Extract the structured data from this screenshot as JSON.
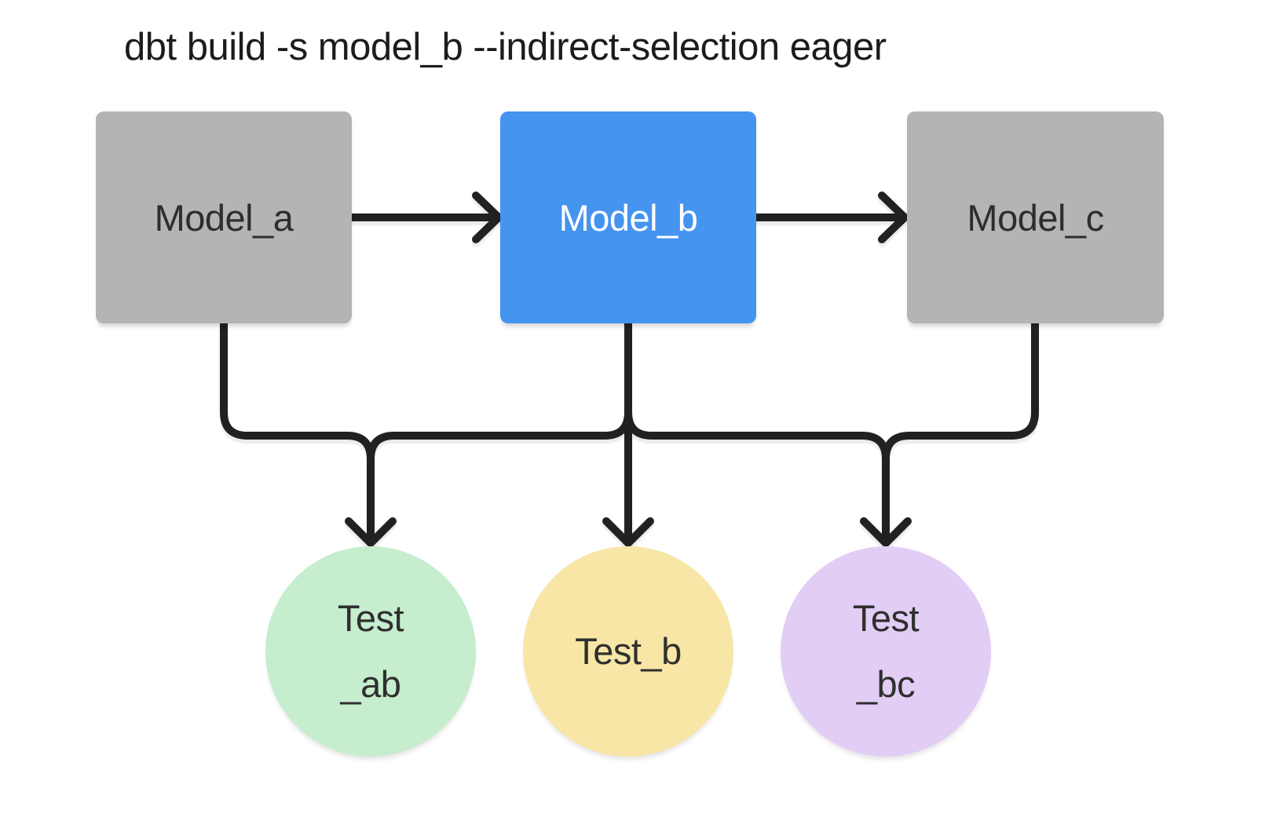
{
  "title": "dbt build -s model_b --indirect-selection eager",
  "diagram": {
    "models": [
      {
        "id": "model_a",
        "label": "Model_a",
        "fill": "#b4b4b4",
        "text_color": "#2d2d2d",
        "selected": false
      },
      {
        "id": "model_b",
        "label": "Model_b",
        "fill": "#4594f0",
        "text_color": "#ffffff",
        "selected": true
      },
      {
        "id": "model_c",
        "label": "Model_c",
        "fill": "#b4b4b4",
        "text_color": "#2d2d2d",
        "selected": false
      }
    ],
    "tests": [
      {
        "id": "test_ab",
        "label_lines": [
          "Test",
          "_ab"
        ],
        "fill": "#c6edce"
      },
      {
        "id": "test_b",
        "label_lines": [
          "Test_b"
        ],
        "fill": "#f8e6a6"
      },
      {
        "id": "test_bc",
        "label_lines": [
          "Test",
          "_bc"
        ],
        "fill": "#e2cef4"
      }
    ],
    "edges": [
      {
        "from": "model_a",
        "to": "model_b"
      },
      {
        "from": "model_b",
        "to": "model_c"
      },
      {
        "from": "model_a",
        "to": "test_ab"
      },
      {
        "from": "model_b",
        "to": "test_ab"
      },
      {
        "from": "model_b",
        "to": "test_b"
      },
      {
        "from": "model_b",
        "to": "test_bc"
      },
      {
        "from": "model_c",
        "to": "test_bc"
      }
    ],
    "line_color": "#212121",
    "background": "#ffffff"
  }
}
